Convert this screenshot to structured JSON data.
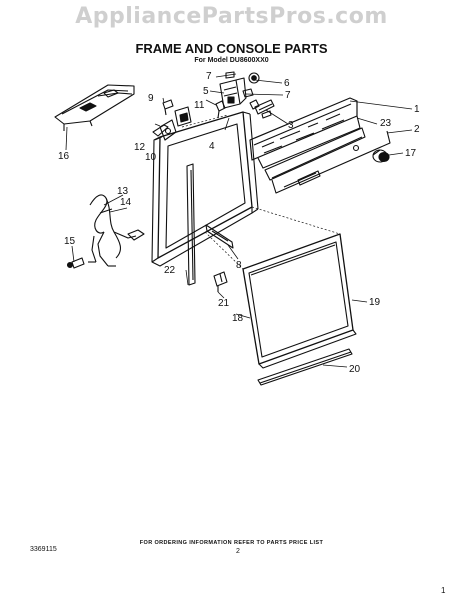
{
  "watermark": "AppliancePartsPros.com",
  "title": "FRAME AND CONSOLE PARTS",
  "model_label": "For Model DU8600XX0",
  "callouts": {
    "p1": "1",
    "p2": "2",
    "p3": "3",
    "p4": "4",
    "p5": "5",
    "p6": "6",
    "p7a": "7",
    "p7b": "7",
    "p8": "8",
    "p9": "9",
    "p10": "10",
    "p11": "11",
    "p12": "12",
    "p13": "13",
    "p14": "14",
    "p15": "15",
    "p16": "16",
    "p17": "17",
    "p18": "18",
    "p19": "19",
    "p20": "20",
    "p21": "21",
    "p22": "22",
    "p23": "23"
  },
  "ordering_note": "FOR ORDERING INFORMATION REFER TO PARTS PRICE LIST",
  "doc_number": "3369115",
  "page_number": "2",
  "corner_mark": "1"
}
